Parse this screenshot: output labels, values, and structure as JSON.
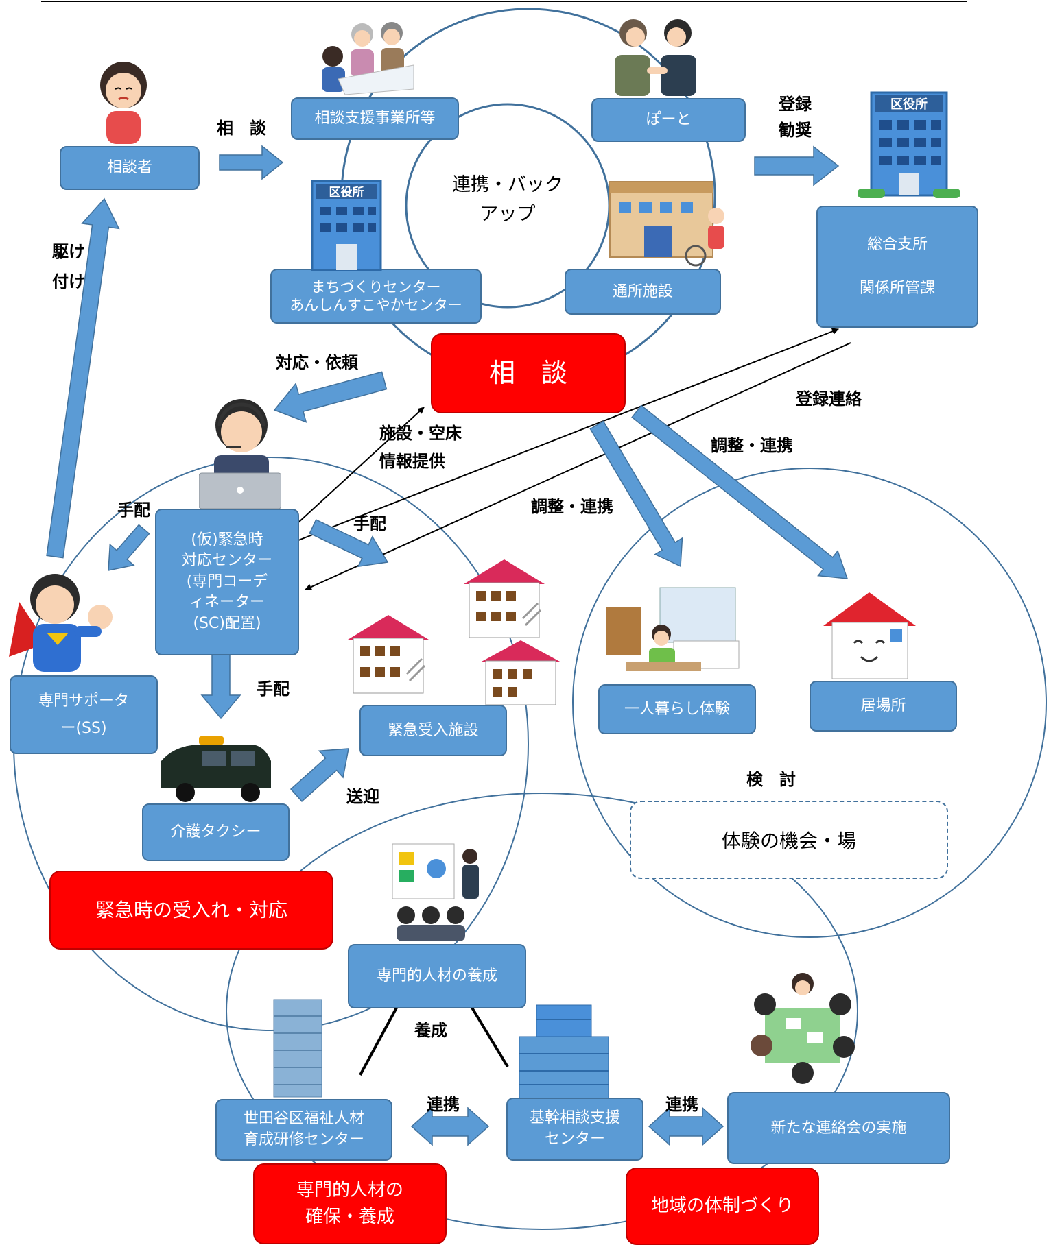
{
  "center_circle": {
    "line1": "連携・バック",
    "line2": "アップ"
  },
  "nodes": {
    "soudansha": "相談者",
    "soudan_shien": "相談支援事業所等",
    "poto": "ぽーと",
    "machizukuri": {
      "line1": "まちづくりセンター",
      "line2": "あんしんすこやかセンター"
    },
    "tsusho": "通所施設",
    "sogo_shisho": {
      "line1": "総合支所",
      "line2": "関係所管課"
    },
    "kinkyu_center": {
      "line1": "(仮)緊急時",
      "line2": "対応センター",
      "line3": "(専門コーデ",
      "line4": "ィネーター",
      "line5": "(SC)配置)"
    },
    "senmon_supporter": {
      "line1": "専門サポータ",
      "line2": "ー(SS)"
    },
    "kaigo_taxi": "介護タクシー",
    "kinkyu_ukeire": "緊急受入施設",
    "hitori_gurashi": "一人暮らし体験",
    "ibasho": "居場所",
    "taiken": "体験の機会・場",
    "jinzai_yosei": "専門的人材の養成",
    "setagaya_center": {
      "line1": "世田谷区福祉人材",
      "line2": "育成研修センター"
    },
    "kikan_center": {
      "line1": "基幹相談支援",
      "line2": "センター"
    },
    "renrakukai": "新たな連絡会の実施"
  },
  "red_labels": {
    "soudan": "相　談",
    "kinkyu_taio": "緊急時の受入れ・対応",
    "jinzai_kakuho": {
      "line1": "専門的人材の",
      "line2": "確保・養成"
    },
    "chiiki": "地域の体制づくり"
  },
  "arrow_labels": {
    "soudan": "相　談",
    "toroku_kansho": {
      "line1": "登録",
      "line2": "勧奨"
    },
    "kaketsuke": {
      "line1": "駆け",
      "line2": "付け"
    },
    "taio_irai": "対応・依頼",
    "shisetsu_kusho": {
      "line1": "施設・空床",
      "line2": "情報提供"
    },
    "toroku_renraku": "登録連絡",
    "chosei1": "調整・連携",
    "chosei2": "調整・連携",
    "tehai_left": "手配",
    "tehai_right": "手配",
    "tehai_down": "手配",
    "sogei": "送迎",
    "kento": "検　討",
    "yosei": "養成",
    "renkei_left": "連携",
    "renkei_right": "連携"
  },
  "building_sign": "区役所",
  "colors": {
    "box": "#5b9bd5",
    "box_border": "#41719c",
    "red": "#ff0000",
    "arrow": "#5b9bd5",
    "circle": "#41719c"
  }
}
